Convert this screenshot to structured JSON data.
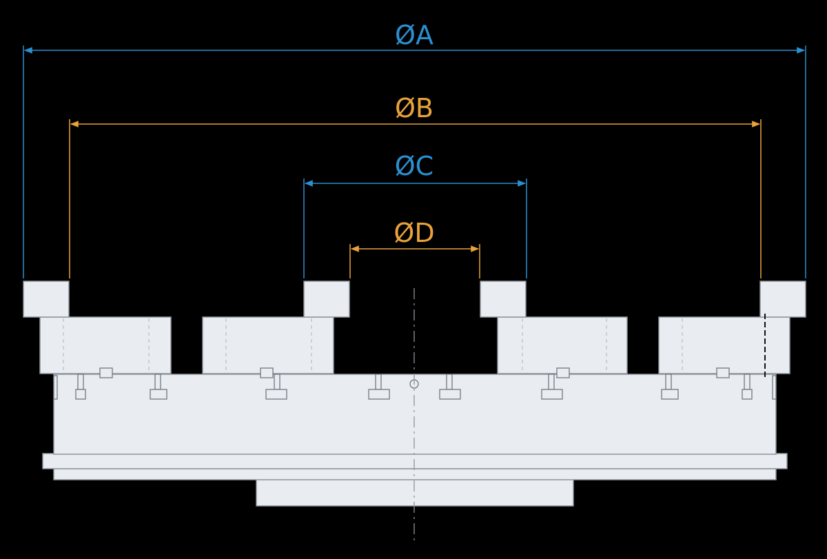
{
  "colors": {
    "background": "#000000",
    "blue": "#2b8fd0",
    "orange": "#e9a23a",
    "part": "#e9edf1",
    "part_line": "#8c949c"
  },
  "dimensions": [
    {
      "id": "A",
      "label": "ØA",
      "color": "blue"
    },
    {
      "id": "B",
      "label": "ØB",
      "color": "orange"
    },
    {
      "id": "C",
      "label": "ØC",
      "color": "blue"
    },
    {
      "id": "D",
      "label": "ØD",
      "color": "orange"
    }
  ]
}
